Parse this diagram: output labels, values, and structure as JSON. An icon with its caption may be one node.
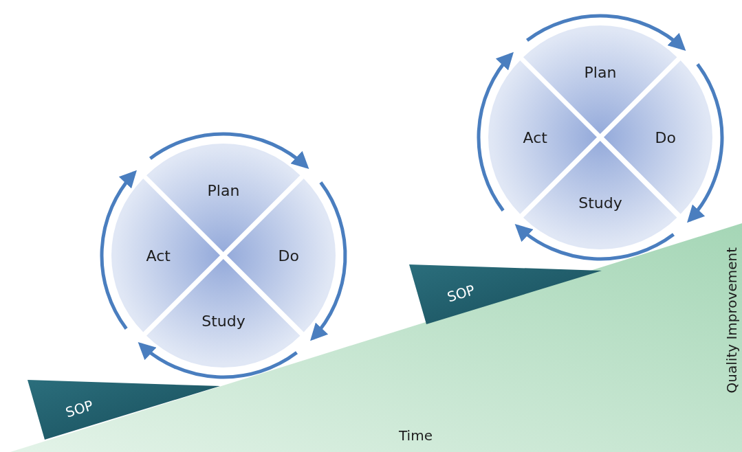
{
  "diagram": {
    "nodes": [
      {
        "text": [
          "Plan"
        ]
      },
      {
        "text": [
          "Act"
        ]
      },
      {
        "text": [
          "Do"
        ]
      },
      {
        "text": [
          "Study"
        ]
      },
      {
        "text": [
          "SOP"
        ]
      },
      {
        "text": [
          "Plan"
        ]
      },
      {
        "text": [
          "Act"
        ]
      },
      {
        "text": [
          "Do"
        ]
      },
      {
        "text": [
          "Study"
        ]
      },
      {
        "text": [
          "SOP"
        ]
      }
    ],
    "labels": [
      "Time",
      "Quality Improvement"
    ]
  }
}
